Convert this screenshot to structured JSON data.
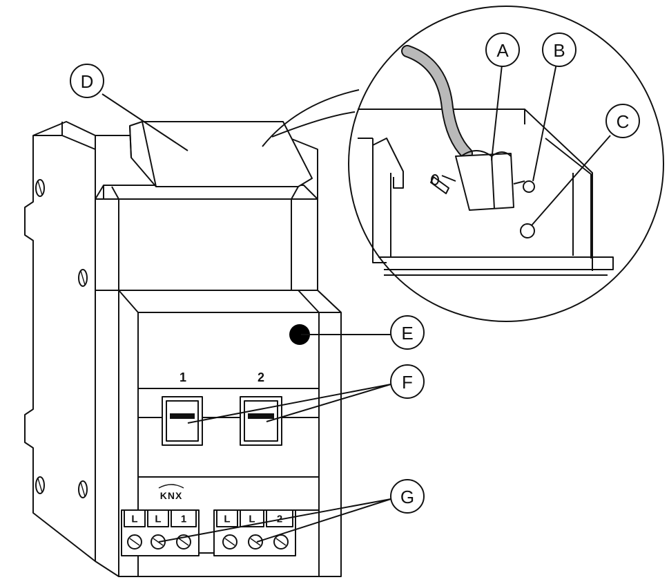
{
  "callouts": {
    "a": "A",
    "b": "B",
    "c": "C",
    "d": "D",
    "e": "E",
    "f": "F",
    "g": "G"
  },
  "channels": [
    "1",
    "2"
  ],
  "logo": "KNX",
  "terminal_block_left": [
    "L",
    "L",
    "1"
  ],
  "terminal_block_right": [
    "L",
    "L",
    "2"
  ],
  "colors": {
    "line": "#111111",
    "background": "#ffffff",
    "cable": "#b9b9b9",
    "indicator": "#000000"
  }
}
